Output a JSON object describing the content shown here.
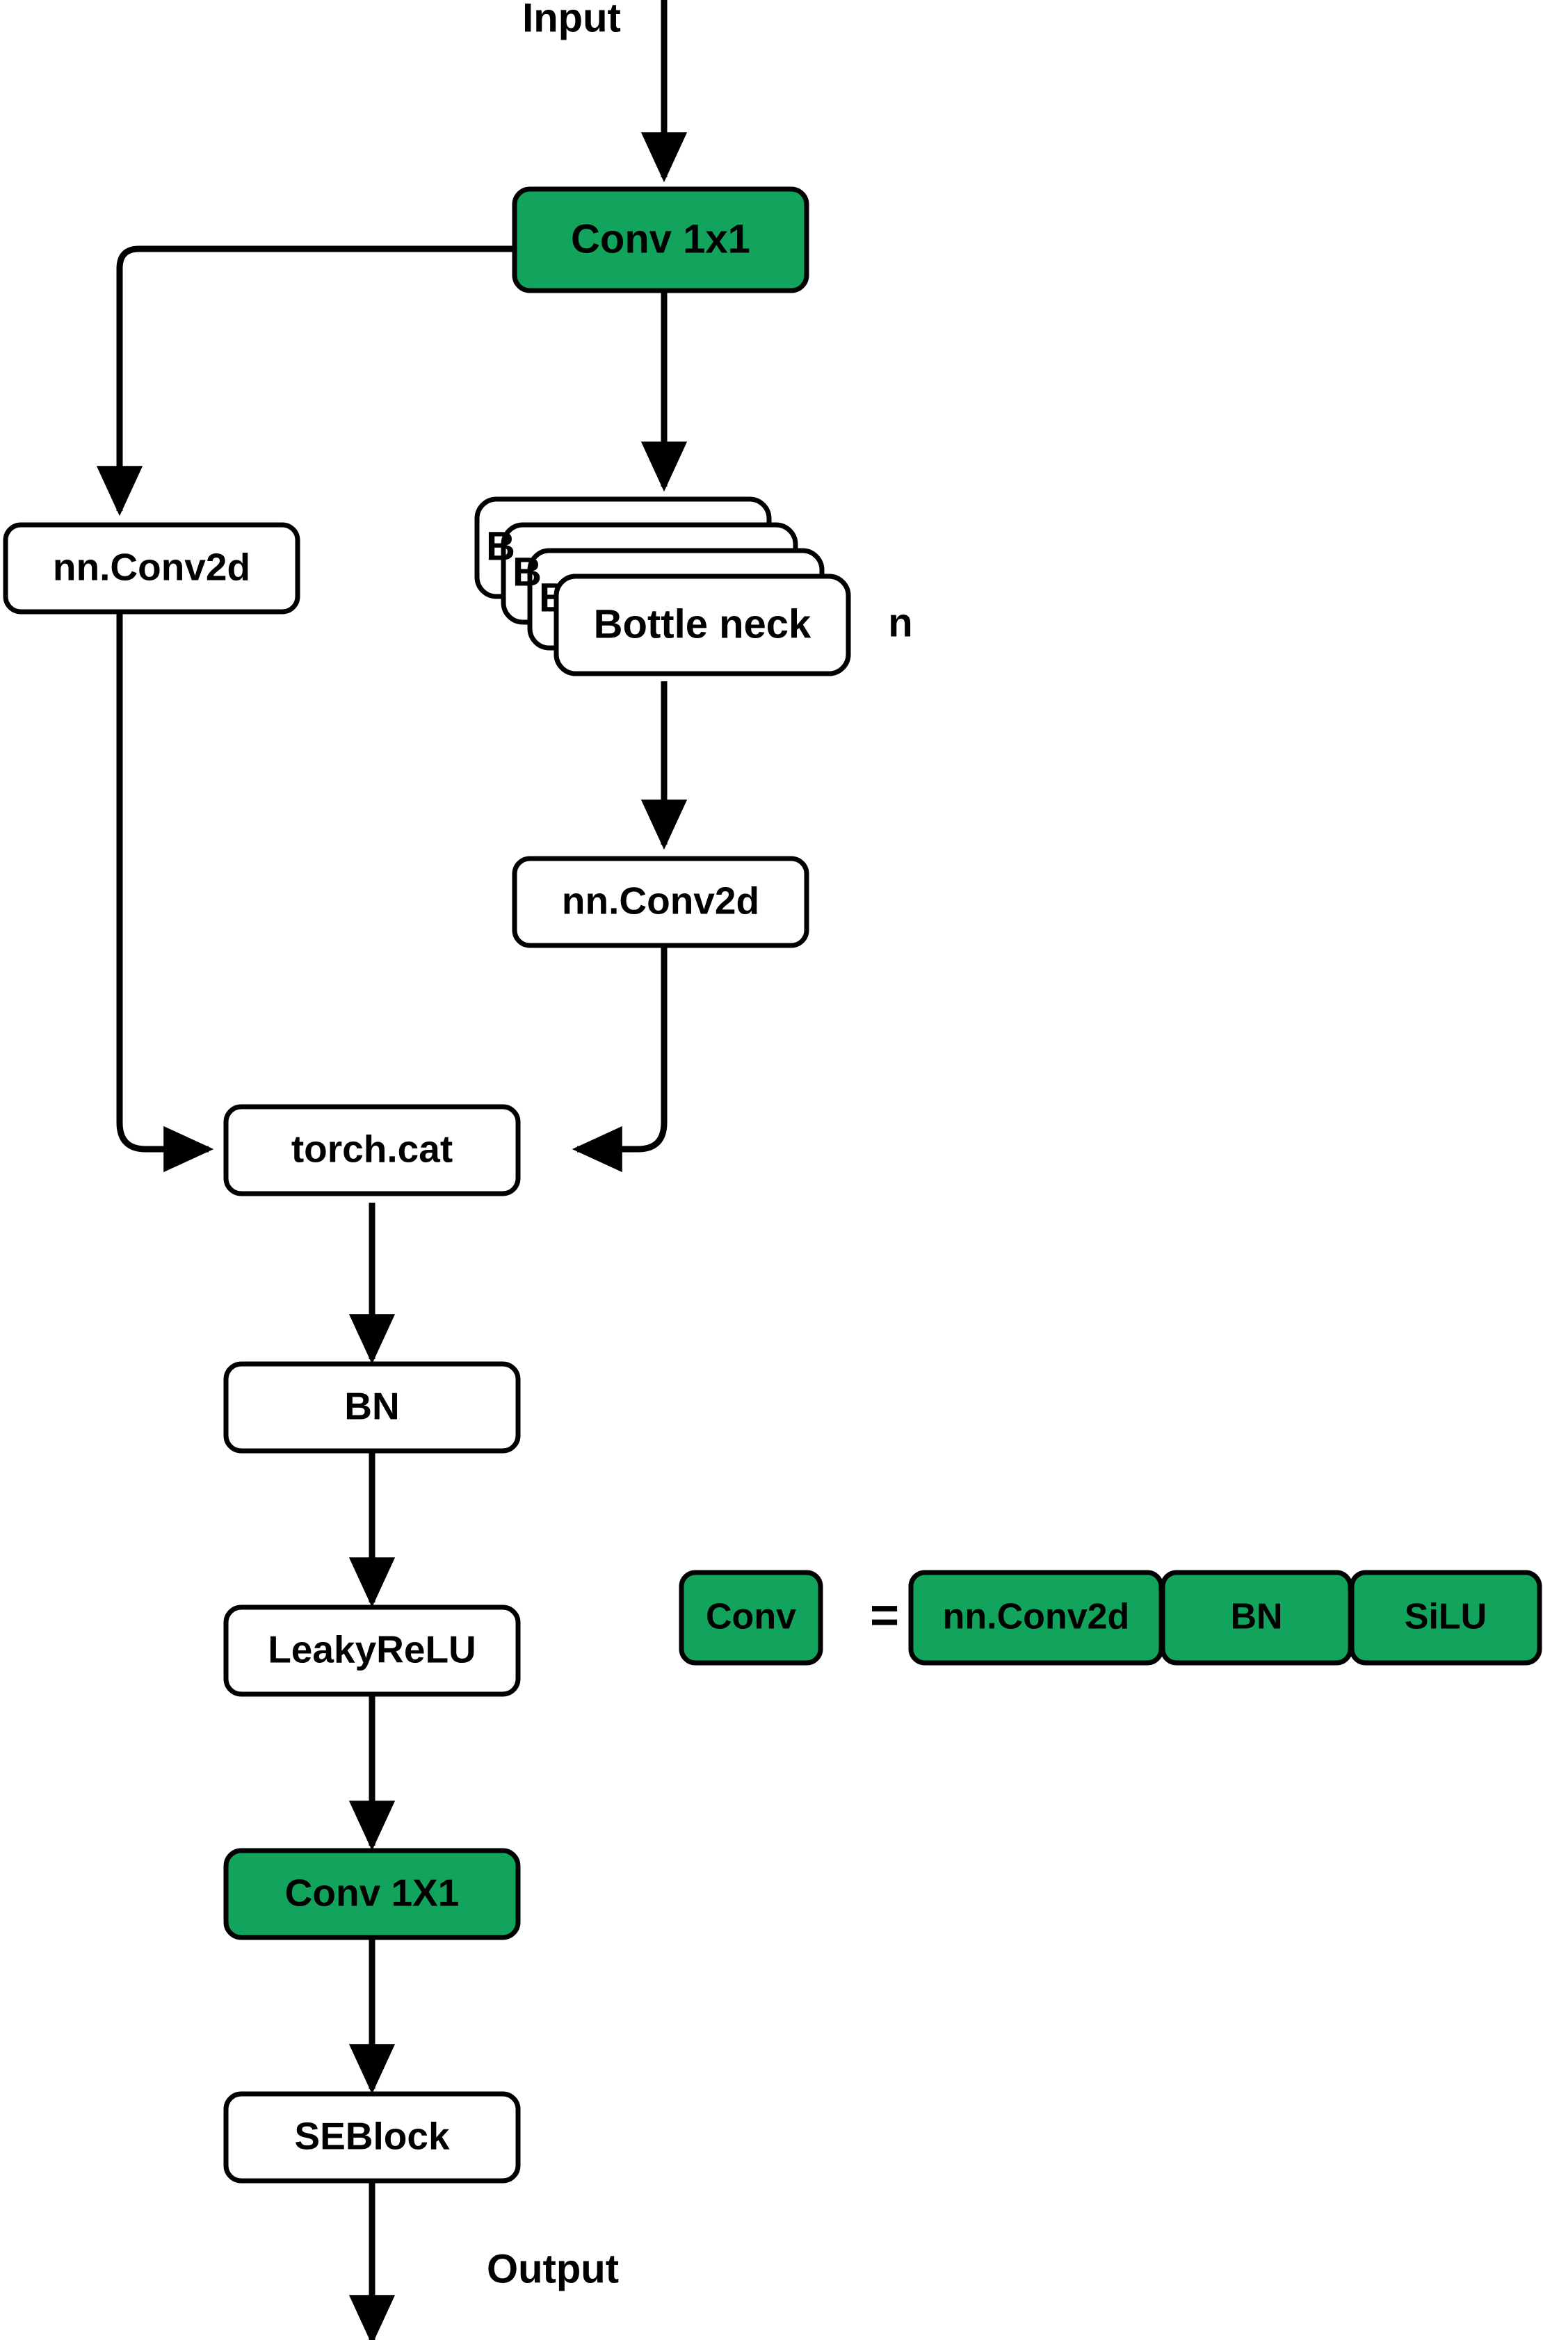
{
  "diagram": {
    "title": "Network block architecture diagram",
    "colors": {
      "accent_green": "#12a35c",
      "stroke_black": "#000000",
      "node_fill_white": "#ffffff"
    },
    "io_labels": {
      "input": "Input",
      "output": "Output"
    },
    "repeat_label": "n",
    "nodes": {
      "conv1x1_top": "Conv 1x1",
      "conv2d_left": "nn.Conv2d",
      "bottleneck": "Bottle neck",
      "conv2d_right": "nn.Conv2d",
      "torch_cat": "torch.cat",
      "bn": "BN",
      "leakyrelu": "LeakyReLU",
      "conv1x1_bottom": "Conv 1X1",
      "seblock": "SEBlock"
    },
    "bottleneck_stack_count": 4,
    "legend": {
      "key": "Conv",
      "equals": "=",
      "expansion": [
        "nn.Conv2d",
        "BN",
        "SiLU"
      ]
    }
  }
}
